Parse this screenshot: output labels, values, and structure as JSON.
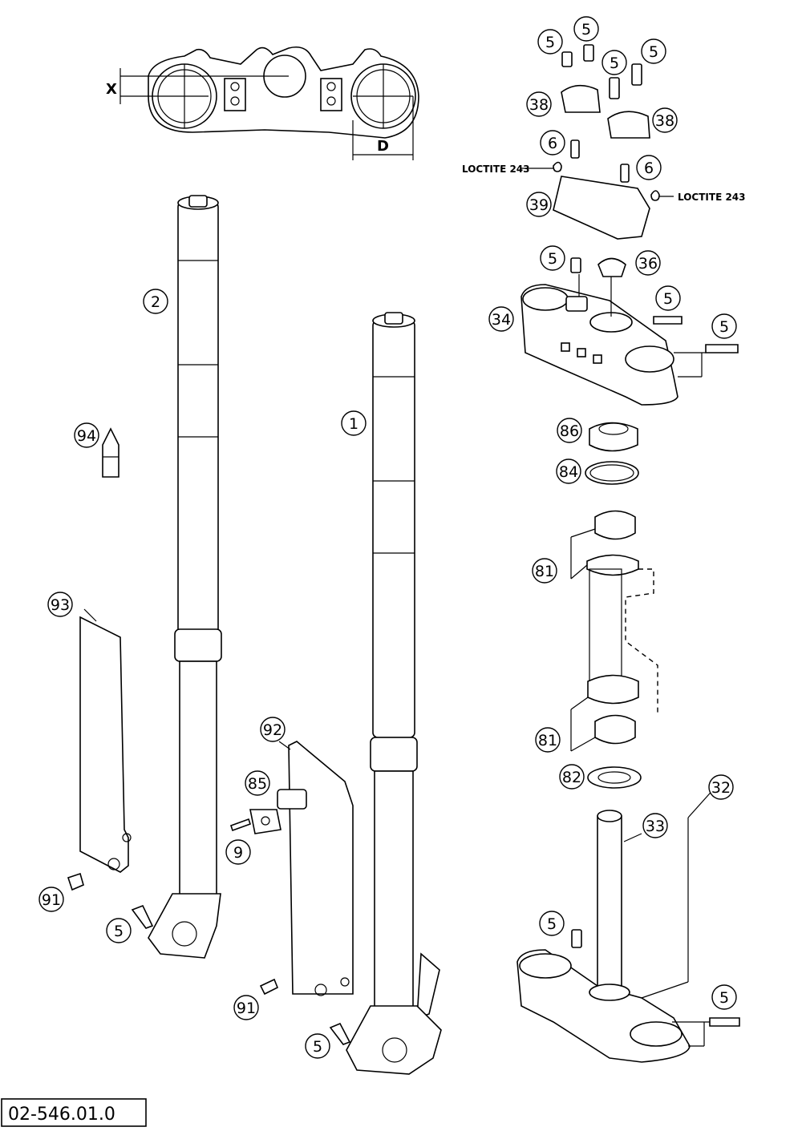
{
  "drawing_number": "02-546.01.0",
  "dimensions": {
    "x": "X",
    "d": "D"
  },
  "loctite": [
    "LOCTITE 243",
    "LOCTITE 243"
  ],
  "callouts": [
    {
      "id": "5a",
      "label": "5"
    },
    {
      "id": "5b",
      "label": "5"
    },
    {
      "id": "5c",
      "label": "5"
    },
    {
      "id": "5d",
      "label": "5"
    },
    {
      "id": "38a",
      "label": "38"
    },
    {
      "id": "38b",
      "label": "38"
    },
    {
      "id": "6a",
      "label": "6"
    },
    {
      "id": "6b",
      "label": "6"
    },
    {
      "id": "39",
      "label": "39"
    },
    {
      "id": "5e",
      "label": "5"
    },
    {
      "id": "36",
      "label": "36"
    },
    {
      "id": "5f",
      "label": "5"
    },
    {
      "id": "34",
      "label": "34"
    },
    {
      "id": "5g",
      "label": "5"
    },
    {
      "id": "86",
      "label": "86"
    },
    {
      "id": "84",
      "label": "84"
    },
    {
      "id": "81a",
      "label": "81"
    },
    {
      "id": "81b",
      "label": "81"
    },
    {
      "id": "82",
      "label": "82"
    },
    {
      "id": "32",
      "label": "32"
    },
    {
      "id": "33",
      "label": "33"
    },
    {
      "id": "5h",
      "label": "5"
    },
    {
      "id": "5i",
      "label": "5"
    },
    {
      "id": "2",
      "label": "2"
    },
    {
      "id": "1",
      "label": "1"
    },
    {
      "id": "94",
      "label": "94"
    },
    {
      "id": "93",
      "label": "93"
    },
    {
      "id": "92",
      "label": "92"
    },
    {
      "id": "85",
      "label": "85"
    },
    {
      "id": "9",
      "label": "9"
    },
    {
      "id": "91a",
      "label": "91"
    },
    {
      "id": "5j",
      "label": "5"
    },
    {
      "id": "91b",
      "label": "91"
    },
    {
      "id": "5k",
      "label": "5"
    }
  ]
}
